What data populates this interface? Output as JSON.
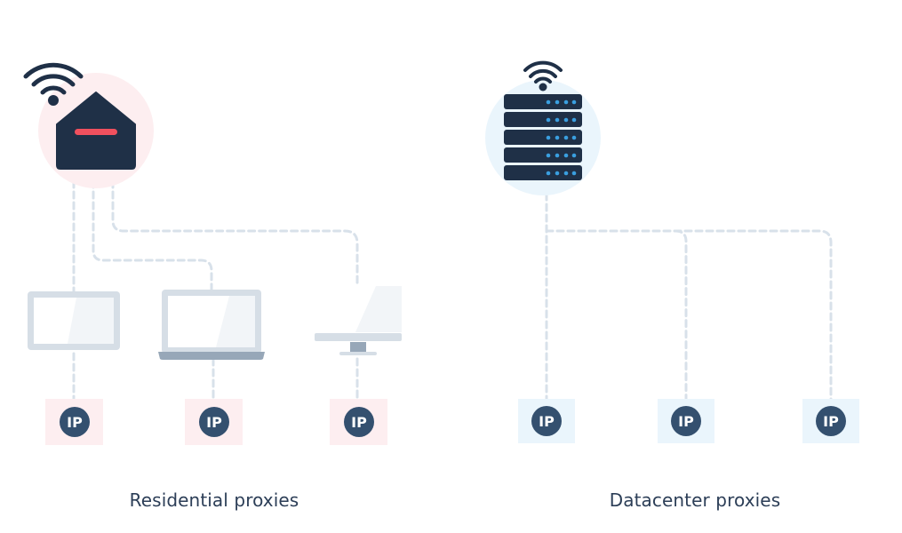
{
  "residential": {
    "label": "Residential proxies",
    "ip_labels": [
      "IP",
      "IP",
      "IP"
    ],
    "accent_color": "#f0505e",
    "halo_color": "#fdeef0"
  },
  "datacenter": {
    "label": "Datacenter proxies",
    "ip_labels": [
      "IP",
      "IP",
      "IP"
    ],
    "accent_color": "#3a9fe0",
    "halo_color": "#eaf5fc"
  },
  "icons": {
    "router": "house-router-icon",
    "server": "server-rack-icon",
    "wifi": "wifi-icon",
    "devices": [
      "tablet-icon",
      "laptop-icon",
      "desktop-monitor-icon"
    ],
    "ip_badge": "ip-badge-icon"
  },
  "colors": {
    "dark_navy": "#1f3047",
    "ip_circle": "#34506f",
    "connector": "#d8e1ea",
    "device_frame": "#d6dee6",
    "caption_text": "#2c3e57"
  }
}
